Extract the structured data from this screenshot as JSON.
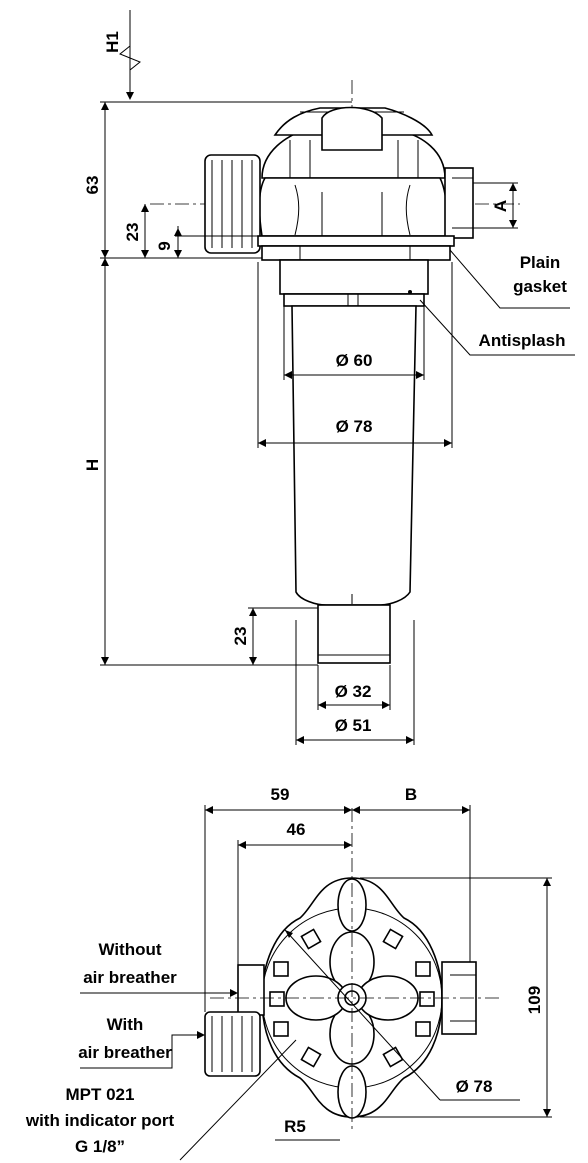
{
  "labels": {
    "h1": "H1",
    "d63": "63",
    "d23_top": "23",
    "d9": "9",
    "a": "A",
    "plain_gasket_1": "Plain",
    "plain_gasket_2": "gasket",
    "antisplash": "Antisplash",
    "dia60": "Ø 60",
    "dia78": "Ø 78",
    "h": "H",
    "d23_bottom": "23",
    "dia32": "Ø 32",
    "dia51": "Ø 51",
    "d59": "59",
    "b": "B",
    "d46": "46",
    "d109": "109",
    "without_1": "Without",
    "without_2": "air breather",
    "with_1": "With",
    "with_2": "air breather",
    "mpt_1": "MPT 021",
    "mpt_2": "with indicator port",
    "mpt_3": "G 1/8”",
    "r5": "R5",
    "dia78_plan": "Ø 78"
  }
}
